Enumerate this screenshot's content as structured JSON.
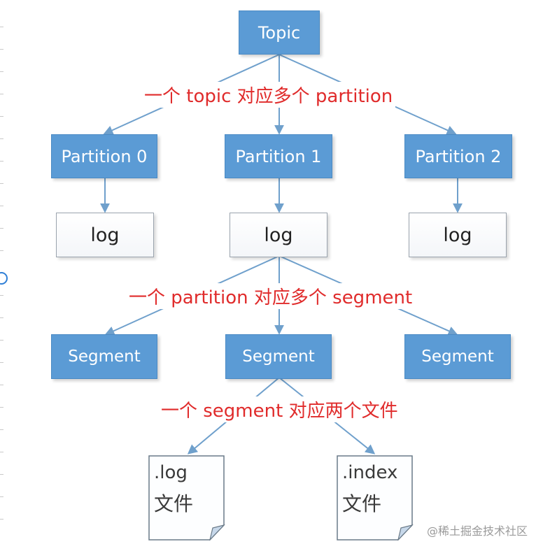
{
  "topic": "Topic",
  "notes": {
    "topic_partition": "一个 topic 对应多个 partition",
    "partition_segment": "一个 partition 对应多个 segment",
    "segment_files": "一个 segment 对应两个文件"
  },
  "partitions": [
    "Partition 0",
    "Partition 1",
    "Partition 2"
  ],
  "log_label": "log",
  "segments": [
    "Segment",
    "Segment",
    "Segment"
  ],
  "files": [
    {
      "ext": ".log",
      "word": "文件"
    },
    {
      "ext": ".index",
      "word": "文件"
    }
  ],
  "watermark": "@稀土掘金技术社区",
  "colors": {
    "box_fill": "#5b9bd5",
    "arrow": "#6fa0cc",
    "annotation": "#e02b2b"
  }
}
